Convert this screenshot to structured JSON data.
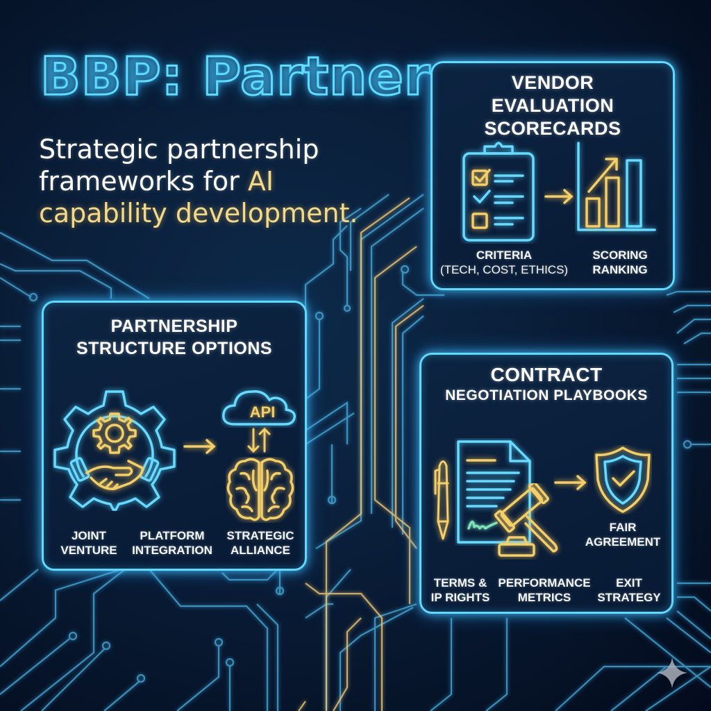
{
  "header": {
    "title": "BBP: Partner",
    "subtitle_part1": "Strategic partnership frameworks for ",
    "subtitle_highlight": "AI capability development."
  },
  "colors": {
    "background": "#0a1f3a",
    "neon_cyan": "#62d8ff",
    "neon_gold": "#f2cf6a",
    "text_white": "#ffffff"
  },
  "panels": {
    "vendor": {
      "title_lines": [
        "VENDOR",
        "EVALUATION",
        "SCORECARDS"
      ],
      "icons": [
        "clipboard-checklist-icon",
        "arrow-right-icon",
        "bar-chart-growth-icon"
      ],
      "labels": [
        {
          "line1": "CRITERIA",
          "line2": "(TECH, COST, ETHICS)"
        },
        {
          "line1": "SCORING",
          "line2": "RANKING"
        }
      ]
    },
    "partnership": {
      "title_lines": [
        "PARTNERSHIP",
        "STRUCTURE OPTIONS"
      ],
      "icons": [
        "gear-handshake-icon",
        "arrow-right-icon",
        "cloud-api-icon",
        "brain-icon"
      ],
      "api_text": "API",
      "labels": [
        {
          "line1": "JOINT",
          "line2": "VENTURE"
        },
        {
          "line1": "PLATFORM",
          "line2": "INTEGRATION"
        },
        {
          "line1": "STRATEGIC",
          "line2": "ALLIANCE"
        }
      ]
    },
    "contract": {
      "title_lines": [
        "CONTRACT",
        "NEGOTIATION PLAYBOOKS"
      ],
      "icons": [
        "pen-icon",
        "document-signature-icon",
        "gavel-icon",
        "arrow-right-icon",
        "shield-check-icon"
      ],
      "outcome": {
        "line1": "FAIR",
        "line2": "AGREEMENT"
      },
      "labels": [
        {
          "line1": "TERMS &",
          "line2": "IP RIGHTS"
        },
        {
          "line1": "PERFORMANCE",
          "line2": "METRICS"
        },
        {
          "line1": "EXIT",
          "line2": "STRATEGY"
        }
      ]
    }
  }
}
